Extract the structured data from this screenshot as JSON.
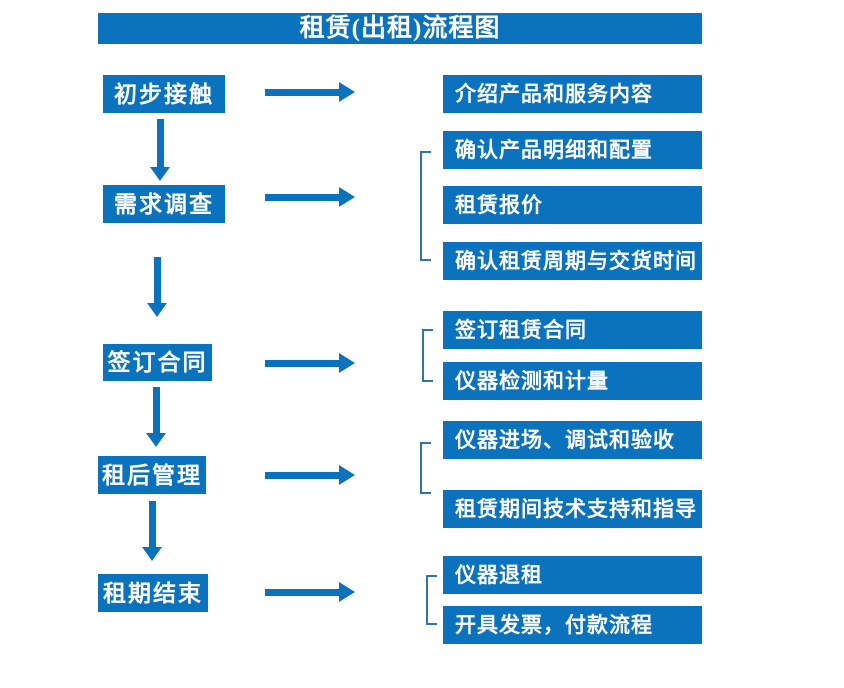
{
  "title": "租赁(出租)流程图",
  "colors": {
    "primary": "#0b72be",
    "bracket": "#2e74b5",
    "text_on_primary": "#ffffff",
    "background": "#ffffff"
  },
  "flow": {
    "steps": [
      {
        "label": "初步接触",
        "details": [
          "介绍产品和服务内容"
        ]
      },
      {
        "label": "需求调查",
        "details": [
          "确认产品明细和配置",
          "租赁报价",
          "确认租赁周期与交货时间"
        ]
      },
      {
        "label": "签订合同",
        "details": [
          "签订租赁合同",
          "仪器检测和计量"
        ]
      },
      {
        "label": "租后管理",
        "details": [
          "仪器进场、调试和验收",
          "租赁期间技术支持和指导"
        ]
      },
      {
        "label": "租期结束",
        "details": [
          "仪器退租",
          "开具发票，付款流程"
        ]
      }
    ]
  }
}
